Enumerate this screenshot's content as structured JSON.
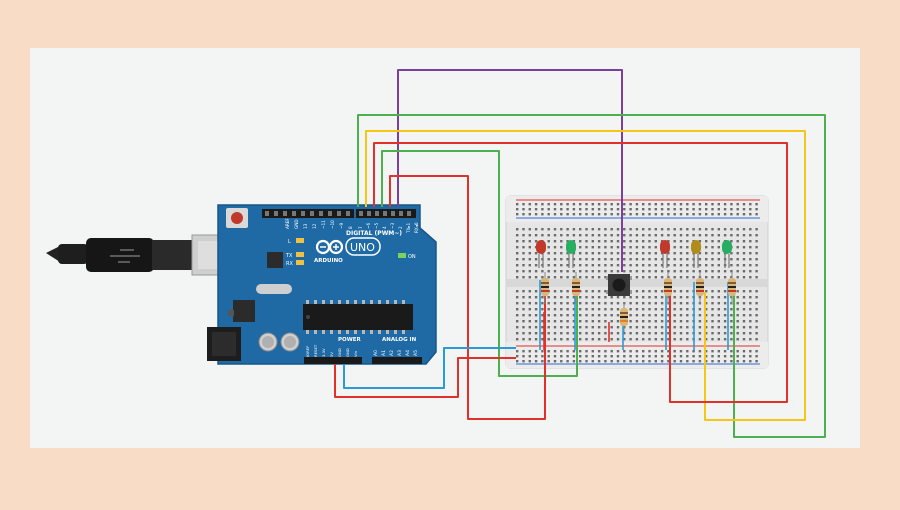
{
  "canvas": {
    "background": "#f8dcc6",
    "workspace": "#f3f4f4"
  },
  "arduino": {
    "board_color": "#1f6aa5",
    "logo": "ARDUINO",
    "model": "UNO",
    "digital_label": "DIGITAL (PWM~)",
    "power_label": "POWER",
    "analog_label": "ANALOG IN",
    "on_label": "ON",
    "led_labels": {
      "l": "L",
      "tx": "TX",
      "rx": "RX"
    },
    "top_pins": [
      "AREF",
      "GND",
      "13",
      "12",
      "~11",
      "~10",
      "~9",
      "8",
      "7",
      "~6",
      "~5",
      "4",
      "~3",
      "2",
      "TX▸1",
      "RX◂0"
    ],
    "power_pins": [
      "IOREF",
      "RESET",
      "3.3V",
      "5V",
      "GND",
      "GND",
      "Vin"
    ],
    "analog_pins": [
      "A0",
      "A1",
      "A2",
      "A3",
      "A4",
      "A5"
    ]
  },
  "leds": [
    {
      "color": "red",
      "fill": "#c0392b"
    },
    {
      "color": "green",
      "fill": "#27ae60"
    },
    {
      "color": "red",
      "fill": "#c0392b"
    },
    {
      "color": "yellow",
      "fill": "#b08d1a"
    },
    {
      "color": "green",
      "fill": "#27ae60"
    }
  ],
  "wire_colors": {
    "purple": "#7b3fa0",
    "green": "#4caf50",
    "yellow": "#f5c518",
    "red": "#e0312b",
    "blue": "#2b9bd6"
  }
}
